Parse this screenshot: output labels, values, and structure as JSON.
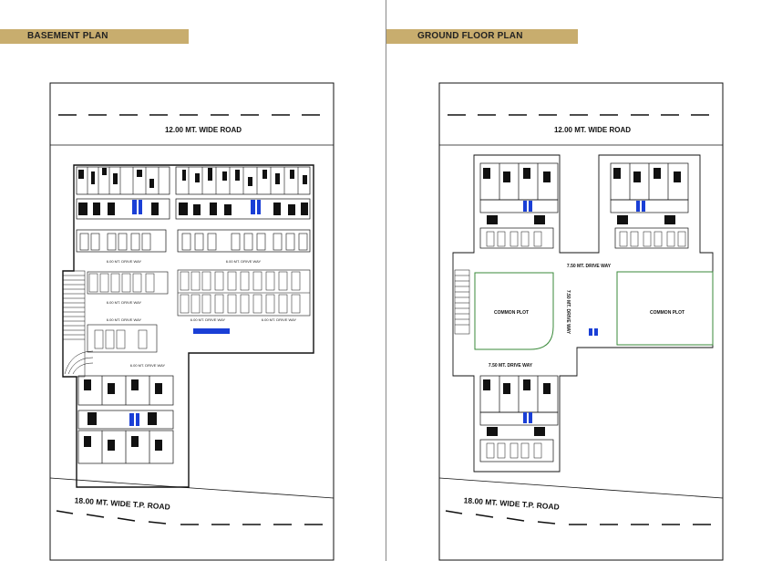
{
  "basement": {
    "title": "BASEMENT PLAN",
    "top_road": "12.00 MT. WIDE ROAD",
    "bottom_road": "18.00 MT. WIDE T.P. ROAD",
    "driveway_labels": [
      "6.00 MT. DRIVE WAY",
      "6.00 MT. DRIVE WAY",
      "6.00 MT. DRIVE WAY",
      "6.00 MT. DRIVE WAY",
      "6.00 MT. DRIVE WAY",
      "6.00 MT. DRIVE WAY",
      "6.00 MT. DRIVE WAY"
    ]
  },
  "ground": {
    "title": "GROUND FLOOR PLAN",
    "top_road": "12.00 MT. WIDE ROAD",
    "bottom_road": "18.00 MT. WIDE T.P. ROAD",
    "common_plot_left": "COMMON PLOT",
    "common_plot_right": "COMMON PLOT",
    "driveway_top": "7.50 MT. DRIVE WAY",
    "driveway_vertical": "7.50 MT. DRIVE WAY",
    "driveway_bottom": "7.50 MT. DRIVE WAY"
  },
  "colors": {
    "title_bar": "#c8ad6e",
    "common_plot_outline": "#3a8a3a",
    "lift_blue": "#1a3fd6",
    "linework": "#111111"
  }
}
